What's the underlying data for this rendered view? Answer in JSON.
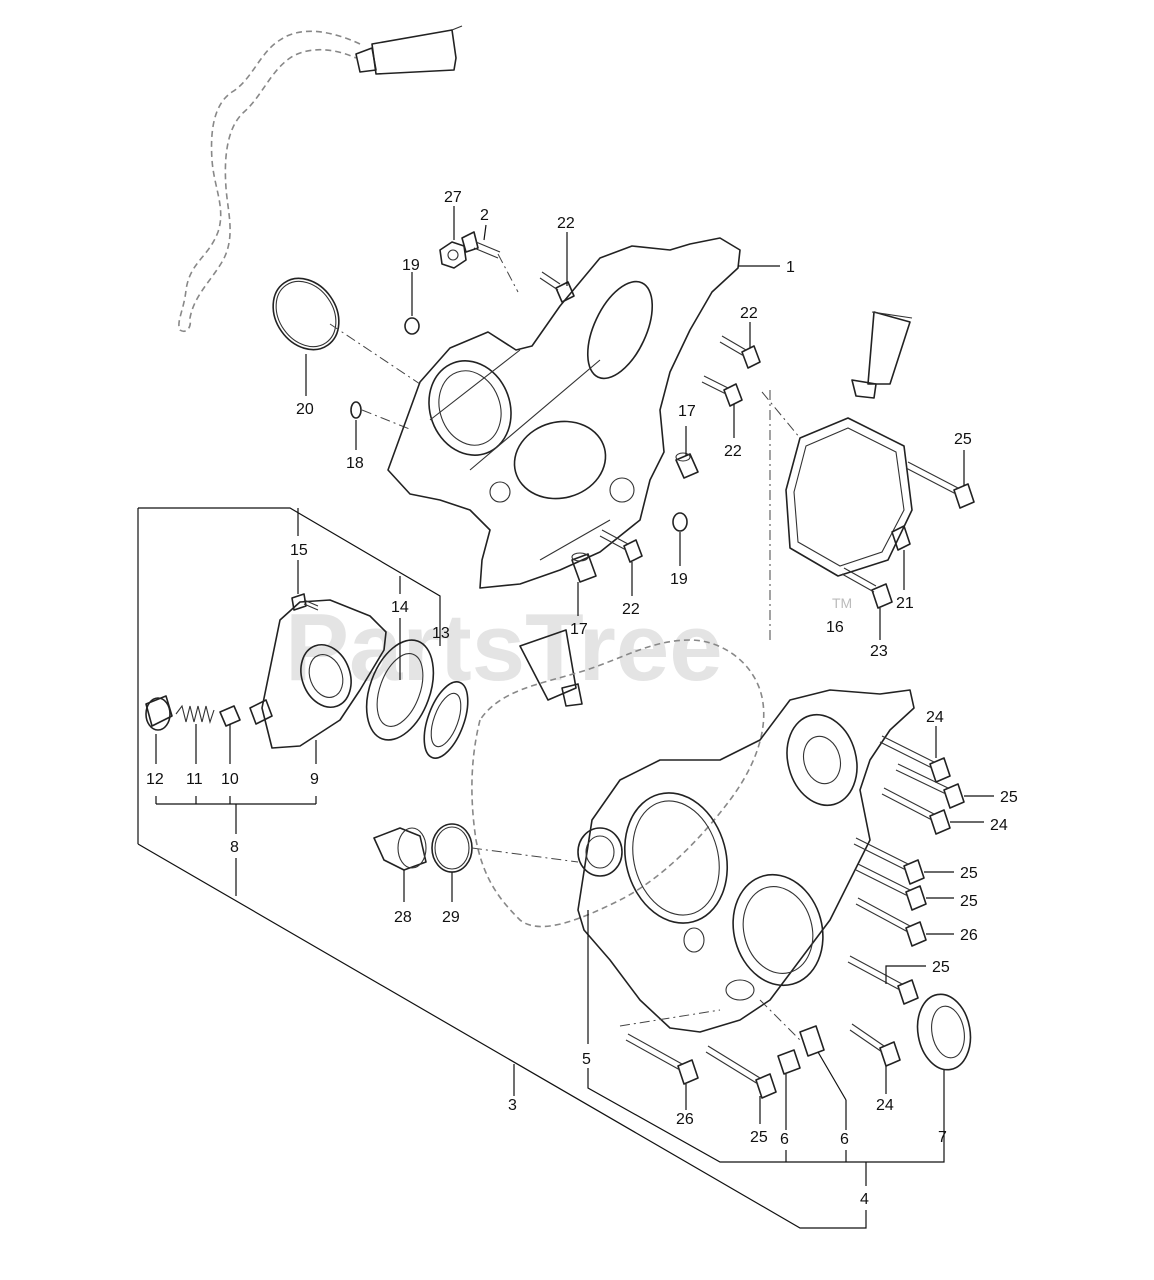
{
  "watermark": {
    "text": "PartsTree",
    "mark": "TM"
  },
  "labels": [
    {
      "id": "1",
      "text": "1"
    },
    {
      "id": "2",
      "text": "2"
    },
    {
      "id": "3",
      "text": "3"
    },
    {
      "id": "4",
      "text": "4"
    },
    {
      "id": "5",
      "text": "5"
    },
    {
      "id": "6a",
      "text": "6"
    },
    {
      "id": "6b",
      "text": "6"
    },
    {
      "id": "7",
      "text": "7"
    },
    {
      "id": "8",
      "text": "8"
    },
    {
      "id": "9",
      "text": "9"
    },
    {
      "id": "10",
      "text": "10"
    },
    {
      "id": "11",
      "text": "11"
    },
    {
      "id": "12",
      "text": "12"
    },
    {
      "id": "13",
      "text": "13"
    },
    {
      "id": "14",
      "text": "14"
    },
    {
      "id": "15",
      "text": "15"
    },
    {
      "id": "16",
      "text": "16"
    },
    {
      "id": "17a",
      "text": "17"
    },
    {
      "id": "17b",
      "text": "17"
    },
    {
      "id": "18",
      "text": "18"
    },
    {
      "id": "19a",
      "text": "19"
    },
    {
      "id": "19b",
      "text": "19"
    },
    {
      "id": "20",
      "text": "20"
    },
    {
      "id": "21",
      "text": "21"
    },
    {
      "id": "22a",
      "text": "22"
    },
    {
      "id": "22b",
      "text": "22"
    },
    {
      "id": "22c",
      "text": "22"
    },
    {
      "id": "22d",
      "text": "22"
    },
    {
      "id": "23",
      "text": "23"
    },
    {
      "id": "24a",
      "text": "24"
    },
    {
      "id": "24b",
      "text": "24"
    },
    {
      "id": "24c",
      "text": "24"
    },
    {
      "id": "25a",
      "text": "25"
    },
    {
      "id": "25b",
      "text": "25"
    },
    {
      "id": "25c",
      "text": "25"
    },
    {
      "id": "25d",
      "text": "25"
    },
    {
      "id": "25e",
      "text": "25"
    },
    {
      "id": "25f",
      "text": "25"
    },
    {
      "id": "26a",
      "text": "26"
    },
    {
      "id": "26b",
      "text": "26"
    },
    {
      "id": "27",
      "text": "27"
    },
    {
      "id": "28",
      "text": "28"
    },
    {
      "id": "29",
      "text": "29"
    }
  ]
}
